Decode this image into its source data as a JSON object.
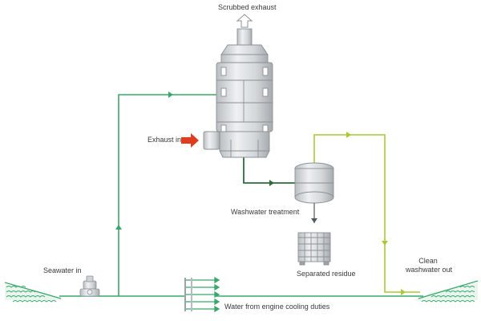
{
  "labels": {
    "scrubbed_exhaust": "Scrubbed exhaust",
    "exhaust_in": "Exhaust in",
    "washwater_treatment": "Washwater treatment",
    "separated_residue": "Separated residue",
    "seawater_in": "Seawater in",
    "clean_washwater_out_line1": "Clean",
    "clean_washwater_out_line2": "washwater out",
    "engine_cooling": "Water from engine cooling duties"
  },
  "colors": {
    "seawater_pipe": "#3aa86b",
    "clean_pipe": "#a9c936",
    "dark_pipe": "#2e6b3f",
    "exhaust_arrow": "#e03c1e",
    "equipment_fill": "#d9dcde",
    "equipment_stroke": "#8c9196"
  },
  "icons": [
    "exhaust-in-arrow-icon",
    "scrubbed-exhaust-arrow-icon",
    "seawater-waves-icon",
    "clean-water-waves-icon",
    "pump-icon",
    "heat-exchanger-icon"
  ]
}
